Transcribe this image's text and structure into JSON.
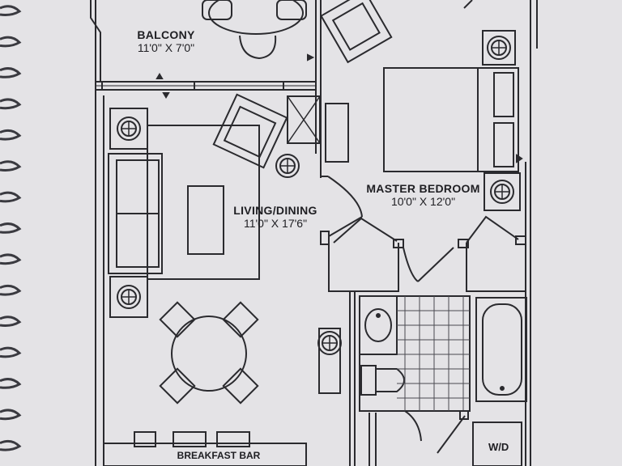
{
  "rooms": {
    "balcony": {
      "name": "BALCONY",
      "dims": "11'0\" X 7'0\""
    },
    "living": {
      "name": "LIVING/DINING",
      "dims": "11'0\" X 17'6\""
    },
    "master": {
      "name": "MASTER BEDROOM",
      "dims": "10'0\" X 12'0\""
    }
  },
  "labels": {
    "breakfast_bar": "BREAKFAST BAR",
    "washer_dryer": "W/D"
  },
  "colors": {
    "paper": "#e4e3e6",
    "ink": "#2a2a2e",
    "spiral": "#3a3a40"
  },
  "spiral_ring_count": 15
}
